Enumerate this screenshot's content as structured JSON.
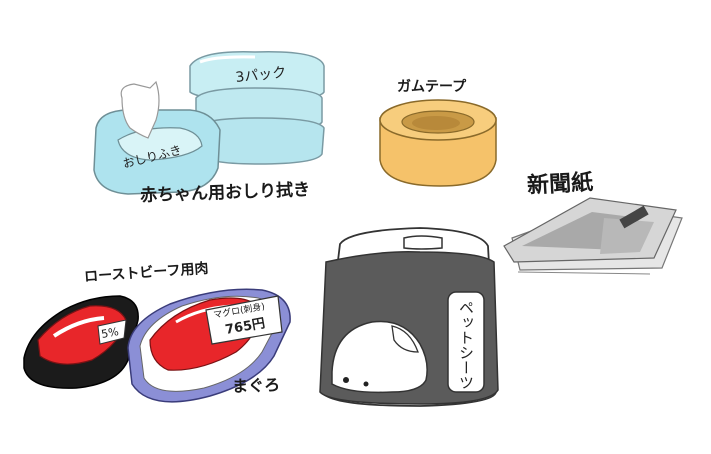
{
  "wipes": {
    "pack_label": "3パック",
    "box_label": "おしりふき",
    "caption": "赤ちゃん用おしり拭き"
  },
  "tape": {
    "caption": "ガムテープ"
  },
  "newspaper": {
    "caption": "新聞紙"
  },
  "roast_beef": {
    "caption": "ローストビーフ用肉",
    "price_tag": "5%"
  },
  "tuna": {
    "price_tag_top": "マグロ(刺身)",
    "price_tag_value": "765円",
    "caption": "まぐろ"
  },
  "tissue_bag": {
    "label": "ペットシーツ"
  },
  "colors": {
    "wipes_blue": "#aee3ee",
    "tape_orange": "#f5c26a",
    "meat_red": "#e8262a",
    "tray_purple": "#8b8fd6",
    "bag_gray": "#5b5b5b"
  }
}
